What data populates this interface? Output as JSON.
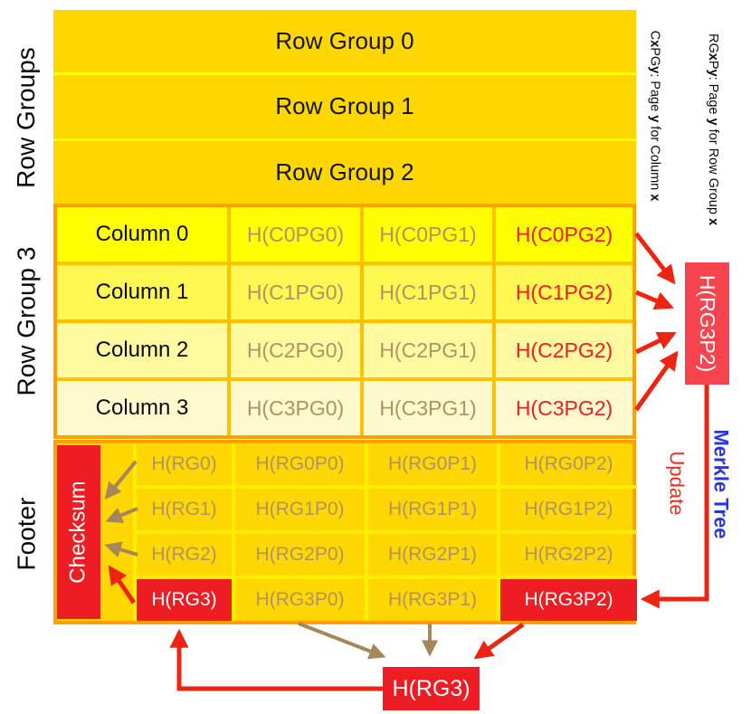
{
  "colors": {
    "gold": "#FFD700",
    "bright_yellow": "#FFFF00",
    "orange_border": "#FFA000",
    "gold_divider": "#FFC000",
    "footer_divider": "#FFEE00",
    "red": "#EE1C23",
    "accent_box_red": "#F8444E",
    "tan_text": "#B09268",
    "tan_arrow": "#A5875A",
    "red_arrow": "#EE2412",
    "blue": "#2836DF",
    "update_red": "#EF2C1E"
  },
  "left_labels": {
    "top": "Row Groups",
    "middle": "Row Group 3",
    "bottom": "Footer"
  },
  "legend": {
    "line1": [
      {
        "t": "RG"
      },
      {
        "t": "x",
        "b": true
      },
      {
        "t": "P"
      },
      {
        "t": "y",
        "b": true
      },
      {
        "t": ": Page "
      },
      {
        "t": "y",
        "b": true
      },
      {
        "t": " for Row Group "
      },
      {
        "t": "x",
        "b": true
      }
    ],
    "line2": [
      {
        "t": "C"
      },
      {
        "t": "x",
        "b": true
      },
      {
        "t": "PG"
      },
      {
        "t": "y",
        "b": true
      },
      {
        "t": ": Page "
      },
      {
        "t": "y",
        "b": true
      },
      {
        "t": " for Column "
      },
      {
        "t": "x",
        "b": true
      }
    ]
  },
  "row_groups_section": {
    "rows": [
      "Row Group 0",
      "Row Group 1",
      "Row Group 2"
    ]
  },
  "row_group3_section": {
    "rows": [
      {
        "label": "Column 0",
        "bg": "#FFFF00",
        "cells": [
          {
            "text": "H(C0PG0)",
            "color": "tan"
          },
          {
            "text": "H(C0PG1)",
            "color": "tan"
          },
          {
            "text": "H(C0PG2)",
            "color": "red"
          }
        ]
      },
      {
        "label": "Column 1",
        "bg": "#FFF852",
        "cells": [
          {
            "text": "H(C1PG0)",
            "color": "tan"
          },
          {
            "text": "H(C1PG1)",
            "color": "tan"
          },
          {
            "text": "H(C1PG2)",
            "color": "red"
          }
        ]
      },
      {
        "label": "Column 2",
        "bg": "#FFF9A0",
        "cells": [
          {
            "text": "H(C2PG0)",
            "color": "tan"
          },
          {
            "text": "H(C2PG1)",
            "color": "tan"
          },
          {
            "text": "H(C2PG2)",
            "color": "red"
          }
        ]
      },
      {
        "label": "Column 3",
        "bg": "#FFFBCE",
        "cells": [
          {
            "text": "H(C3PG0)",
            "color": "tan"
          },
          {
            "text": "H(C3PG1)",
            "color": "tan"
          },
          {
            "text": "H(C3PG2)",
            "color": "red"
          }
        ]
      }
    ]
  },
  "footer_section": {
    "checksum_label": "Checksum",
    "rows": [
      {
        "cells": [
          {
            "text": "H(RG0)",
            "color": "tan"
          },
          {
            "text": "H(RG0P0)",
            "color": "tan"
          },
          {
            "text": "H(RG0P1)",
            "color": "tan"
          },
          {
            "text": "H(RG0P2)",
            "color": "tan"
          }
        ]
      },
      {
        "cells": [
          {
            "text": "H(RG1)",
            "color": "tan"
          },
          {
            "text": "H(RG1P0)",
            "color": "tan"
          },
          {
            "text": "H(RG1P1)",
            "color": "tan"
          },
          {
            "text": "H(RG1P2)",
            "color": "tan"
          }
        ]
      },
      {
        "cells": [
          {
            "text": "H(RG2)",
            "color": "tan"
          },
          {
            "text": "H(RG2P0)",
            "color": "tan"
          },
          {
            "text": "H(RG2P1)",
            "color": "tan"
          },
          {
            "text": "H(RG2P2)",
            "color": "tan"
          }
        ]
      },
      {
        "cells": [
          {
            "text": "H(RG3)",
            "color": "white",
            "bg": "red"
          },
          {
            "text": "H(RG3P0)",
            "color": "tan"
          },
          {
            "text": "H(RG3P1)",
            "color": "tan"
          },
          {
            "text": "H(RG3P2)",
            "color": "white",
            "bg": "red"
          }
        ]
      }
    ]
  },
  "right_box_label": "H(RG3P2)",
  "bottom_box_label": "H(RG3)",
  "annotations": {
    "update": "Update",
    "merkle": "Merkle Tree"
  }
}
